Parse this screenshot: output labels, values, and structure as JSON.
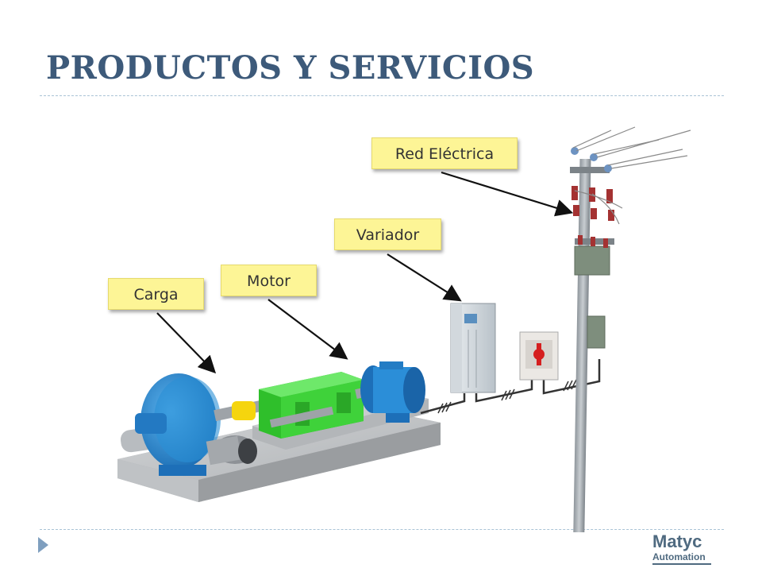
{
  "slide": {
    "title": "PRODUCTOS Y SERVICIOS"
  },
  "labels": {
    "red": "Red Eléctrica",
    "variador": "Variador",
    "motor": "Motor",
    "carga": "Carga"
  },
  "logo": {
    "name": "Matyc",
    "sub": "Automation"
  },
  "colors": {
    "title": "#3d5a7a",
    "label_fill": "#fdf596",
    "pump": "#2a8fd6",
    "gearbox": "#3fd23a",
    "motor": "#2b8ed8",
    "base": "#b9bcc0"
  }
}
